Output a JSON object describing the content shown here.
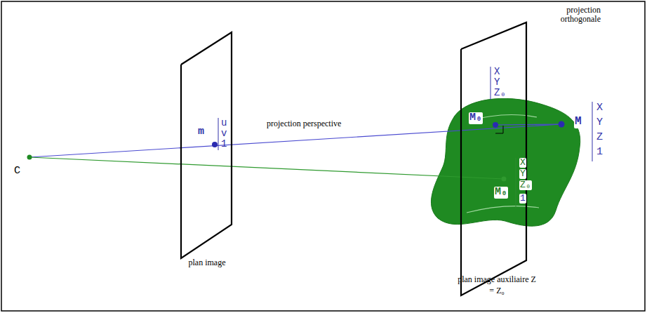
{
  "diagram": {
    "nodes": [
      {
        "text": [
          "plan image"
        ]
      },
      {
        "text": [
          "plan image auxiliaire Z = Z₀"
        ]
      }
    ],
    "labels": [
      "C",
      "m",
      "u",
      "v",
      "1",
      "projection perspective",
      "projection orthogonale",
      "M₀",
      "X",
      "Y",
      "Z₀",
      "M",
      "X",
      "Y",
      "Z",
      "1",
      "M₀",
      "X",
      "Y",
      "Z₀",
      "1"
    ]
  }
}
